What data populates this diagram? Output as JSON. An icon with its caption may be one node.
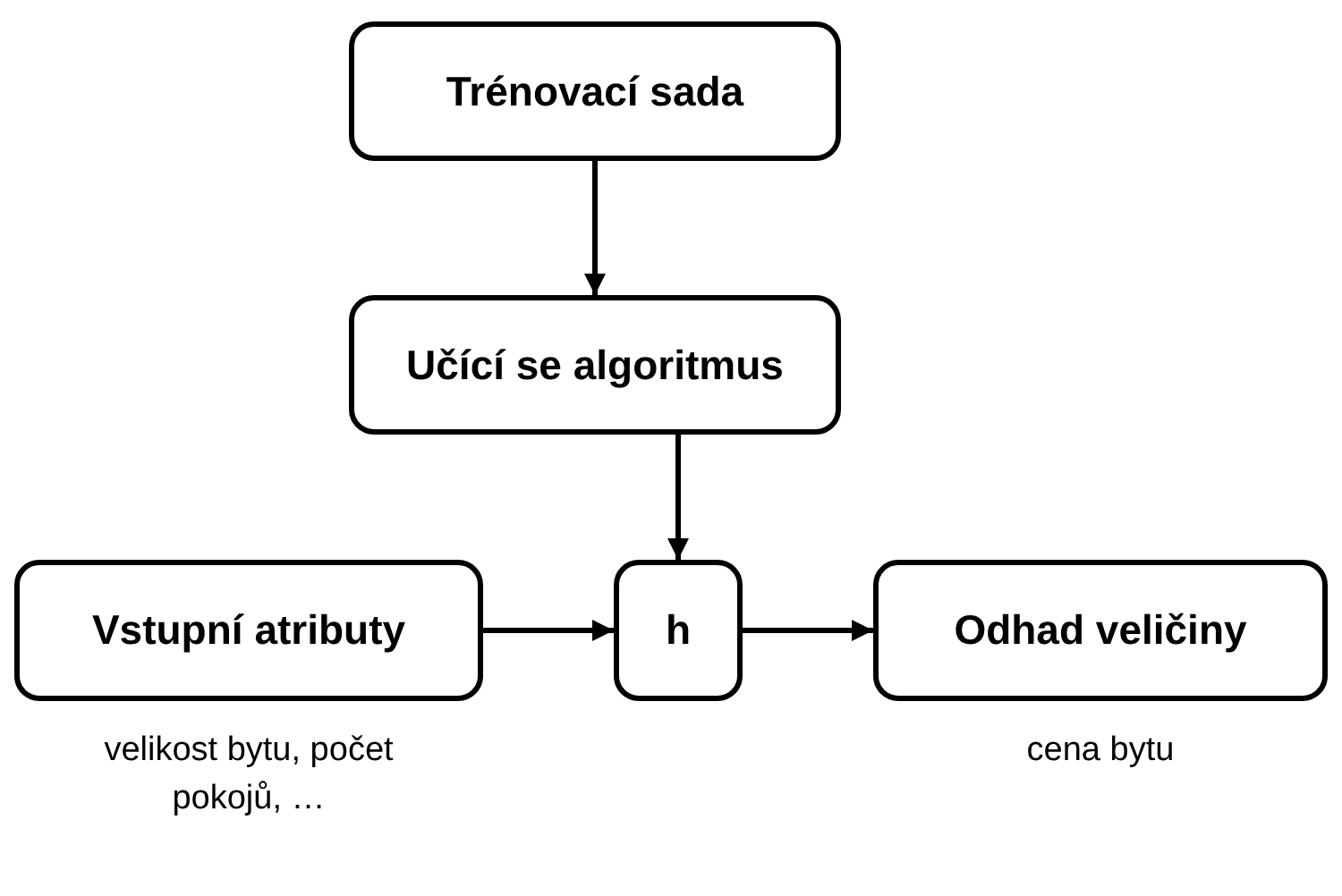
{
  "diagram": {
    "nodes": [
      {
        "text": [
          "Trénovací sada"
        ]
      },
      {
        "text": [
          "Učící se algoritmus"
        ]
      },
      {
        "text": [
          "Vstupní atributy"
        ],
        "beside": [
          "velikost bytu, počet pokojů, …"
        ]
      },
      {
        "text": [
          "h"
        ]
      },
      {
        "text": [
          "Odhad veličiny"
        ],
        "beside": [
          "cena bytu"
        ]
      }
    ],
    "edges": [
      {
        "from": 0,
        "to": 1,
        "arrow": "to"
      },
      {
        "from": 1,
        "to": 3,
        "arrow": "to"
      },
      {
        "from": 2,
        "to": 3,
        "arrow": "to"
      },
      {
        "from": 3,
        "to": 4,
        "arrow": "to"
      }
    ]
  }
}
